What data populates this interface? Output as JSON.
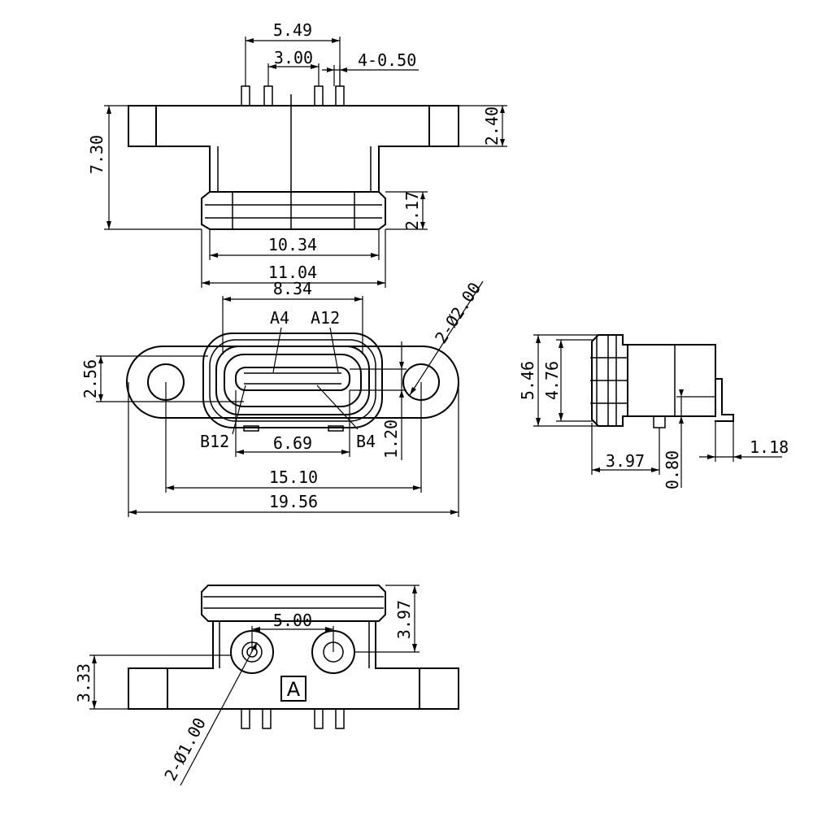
{
  "top_view": {
    "dim_pin_span": "5.49",
    "dim_pin_pitch": "3.00",
    "dim_pin_width": "4-0.50",
    "dim_total_height": "7.30",
    "dim_flange_thickness": "2.40",
    "dim_seal_height": "2.17",
    "dim_body_inner_width": "10.34",
    "dim_body_outer_width": "11.04"
  },
  "front_view": {
    "dim_opening_width": "8.34",
    "label_a4": "A4",
    "label_a12": "A12",
    "label_b12": "B12",
    "label_b4": "B4",
    "dim_mount_hole": "2-Ø2.00",
    "dim_height": "2.56",
    "dim_tongue_width": "6.69",
    "dim_tongue_offset": "1.20",
    "dim_hole_pitch": "15.10",
    "dim_overall_width": "19.56"
  },
  "side_view": {
    "dim_outer_height": "5.46",
    "dim_inner_height": "4.76",
    "dim_depth": "3.97",
    "dim_standoff": "0.80",
    "dim_tail": "1.18"
  },
  "bottom_view": {
    "dim_post_pitch": "5.00",
    "dim_seal_to_post": "3.97",
    "dim_flange_height": "3.33",
    "dim_post_diameter": "2-Ø1.00",
    "label_marker": "A"
  }
}
